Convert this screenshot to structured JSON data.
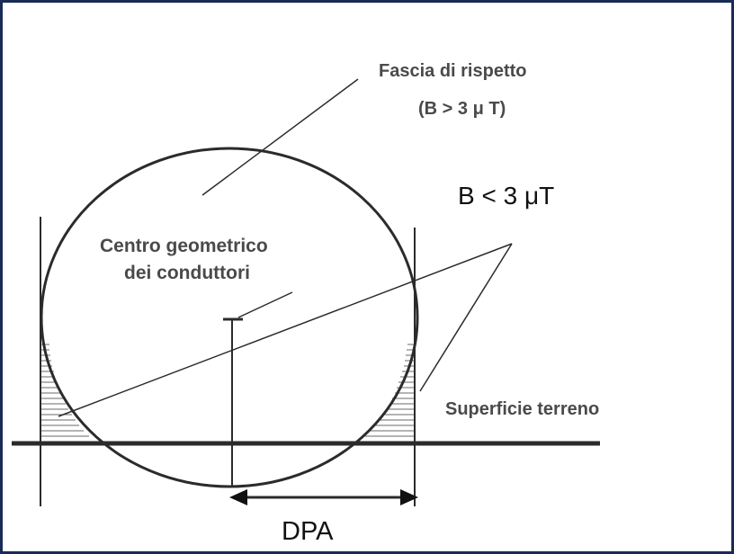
{
  "diagram": {
    "labels": {
      "band_title": "Fascia di rispetto",
      "band_condition": "(B > 3 μ T)",
      "outside_value": "B < 3 μT",
      "center_line1": "Centro geometrico",
      "center_line2": "dei conduttori",
      "ground": "Superficie terreno",
      "dpa": "DPA"
    },
    "colors": {
      "frame": "#1a2b57",
      "lines": "#2b2b2b",
      "label_text": "#4a4a4a"
    }
  }
}
